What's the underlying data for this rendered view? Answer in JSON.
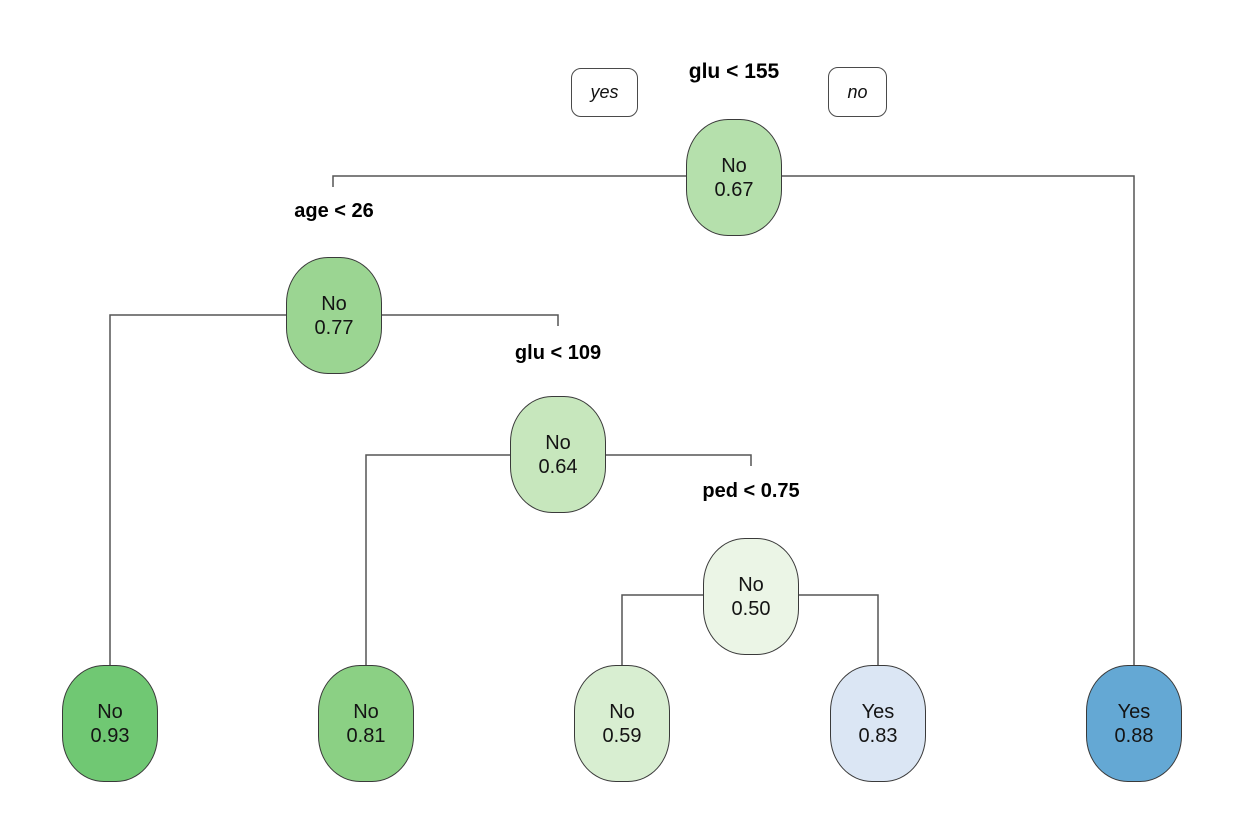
{
  "figure": {
    "type": "decision-tree",
    "branch_labels": {
      "yes": "yes",
      "no": "no"
    },
    "colors": {
      "line": "#555555",
      "node_border": "#3a3a3a",
      "text": "#141414",
      "background": "#ffffff"
    },
    "splits": [
      {
        "id": "root",
        "condition": "glu < 155",
        "yes_child": "n077",
        "no_child": "leaf5"
      },
      {
        "id": "n077",
        "condition": "age < 26",
        "yes_child": "leaf1",
        "no_child": "n064"
      },
      {
        "id": "n064",
        "condition": "glu < 109",
        "yes_child": "leaf2",
        "no_child": "n050"
      },
      {
        "id": "n050",
        "condition": "ped < 0.75",
        "yes_child": "leaf3",
        "no_child": "leaf4"
      }
    ],
    "nodes": [
      {
        "id": "root",
        "label": "No",
        "prob": "0.67",
        "fill": "#b5e0ac"
      },
      {
        "id": "n077",
        "label": "No",
        "prob": "0.77",
        "fill": "#9bd592"
      },
      {
        "id": "n064",
        "label": "No",
        "prob": "0.64",
        "fill": "#c7e7bd"
      },
      {
        "id": "n050",
        "label": "No",
        "prob": "0.50",
        "fill": "#ebf5e6"
      },
      {
        "id": "leaf1",
        "label": "No",
        "prob": "0.93",
        "fill": "#70c873"
      },
      {
        "id": "leaf2",
        "label": "No",
        "prob": "0.81",
        "fill": "#8bd084"
      },
      {
        "id": "leaf3",
        "label": "No",
        "prob": "0.59",
        "fill": "#d8eed1"
      },
      {
        "id": "leaf4",
        "label": "Yes",
        "prob": "0.83",
        "fill": "#dbe6f4"
      },
      {
        "id": "leaf5",
        "label": "Yes",
        "prob": "0.88",
        "fill": "#64a8d4"
      }
    ]
  }
}
